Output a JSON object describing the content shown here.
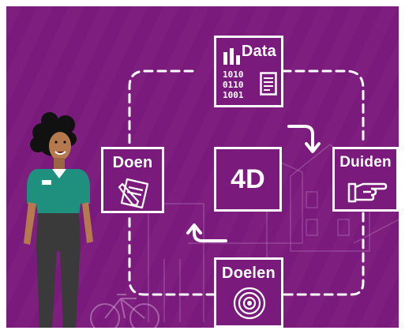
{
  "diagram": {
    "center_label": "4D",
    "steps": [
      {
        "label": "Data",
        "binary": [
          "1010",
          "0110",
          "1001"
        ],
        "icon": "bar-chart-document-icon"
      },
      {
        "label": "Duiden",
        "icon": "pointing-hand-icon"
      },
      {
        "label": "Doelen",
        "icon": "target-icon"
      },
      {
        "label": "Doen",
        "icon": "notepad-pencil-icon"
      }
    ],
    "colors": {
      "background": "#7b1a7d",
      "foreground": "#ffffff"
    }
  }
}
